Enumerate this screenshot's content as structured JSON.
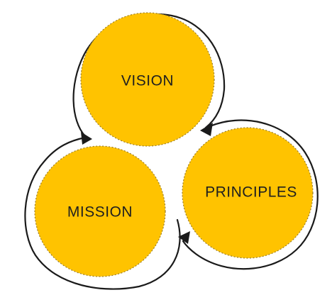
{
  "diagram": {
    "nodes": [
      {
        "id": "vision",
        "label": "VISION"
      },
      {
        "id": "principles",
        "label": "PRINCIPLES"
      },
      {
        "id": "mission",
        "label": "MISSION"
      }
    ],
    "colors": {
      "circle_fill": "#ffc300",
      "circle_dash": "#9a7d2a",
      "arrow": "#1a1a1a",
      "label": "#1f1f1f"
    },
    "flow": [
      "vision",
      "principles",
      "mission",
      "vision"
    ]
  }
}
